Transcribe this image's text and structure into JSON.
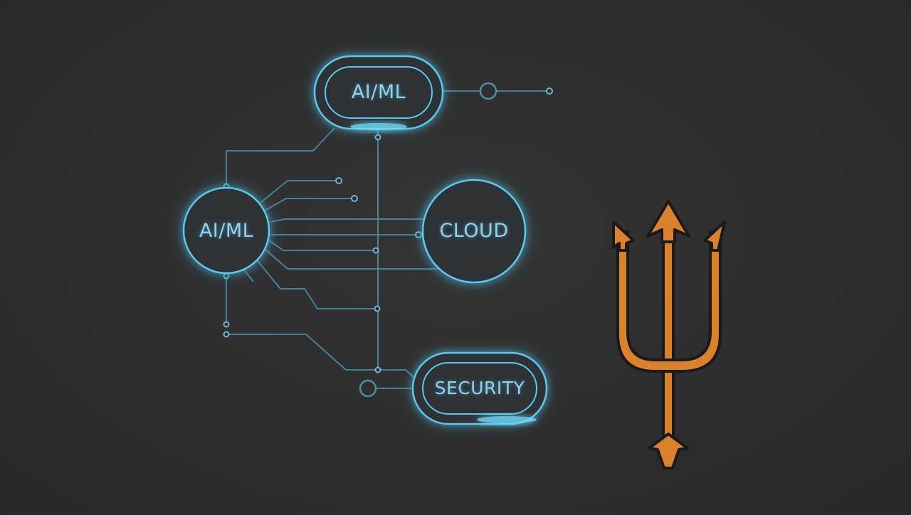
{
  "nodes": {
    "ai_ml_top": {
      "label": "AI/ML"
    },
    "ai_ml_left": {
      "label": "AI/ML"
    },
    "cloud": {
      "label": "CLOUD"
    },
    "security": {
      "label": "SECURITY"
    }
  },
  "icons": {
    "trident": "trident-icon"
  },
  "colors": {
    "background": "#2d2d2d",
    "circuit_line": "#4a8fa8",
    "glow": "#3ec4f0",
    "node_text": "#8fd3ee",
    "trident_fill": "#d9822b",
    "trident_outline": "#1a1a1a"
  }
}
